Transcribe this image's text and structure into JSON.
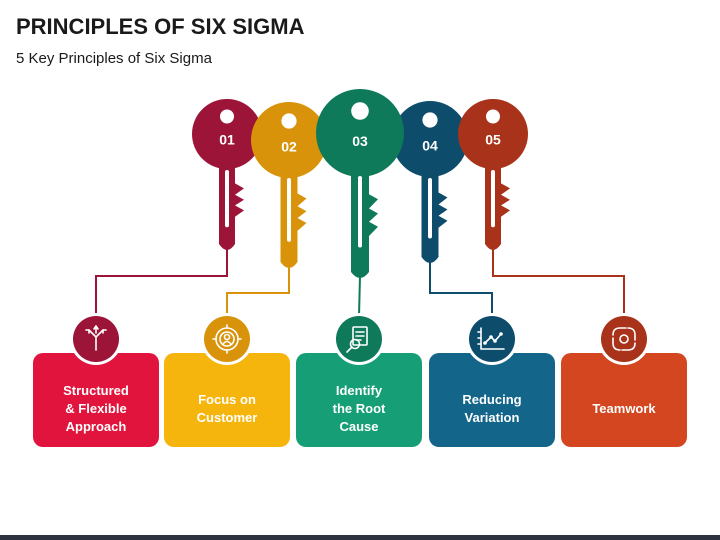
{
  "header": {
    "title": "PRINCIPLES OF SIX SIGMA",
    "subtitle": "5 Key Principles of Six Sigma"
  },
  "principles": [
    {
      "number": "01",
      "label": "Structured\n& Flexible\nApproach",
      "icon": "split-arrows-icon",
      "key_color": "#9c1437",
      "card_color": "#e0143c"
    },
    {
      "number": "02",
      "label": "Focus on\nCustomer",
      "icon": "customer-target-icon",
      "key_color": "#d9930a",
      "card_color": "#f5b50d"
    },
    {
      "number": "03",
      "label": "Identify\nthe Root\nCause",
      "icon": "document-search-icon",
      "key_color": "#0e7a5a",
      "card_color": "#169f76"
    },
    {
      "number": "04",
      "label": "Reducing\nVariation",
      "icon": "line-chart-icon",
      "key_color": "#0d4d6b",
      "card_color": "#13658a"
    },
    {
      "number": "05",
      "label": "Teamwork",
      "icon": "teamwork-hands-icon",
      "key_color": "#a8321a",
      "card_color": "#d4461f"
    }
  ]
}
